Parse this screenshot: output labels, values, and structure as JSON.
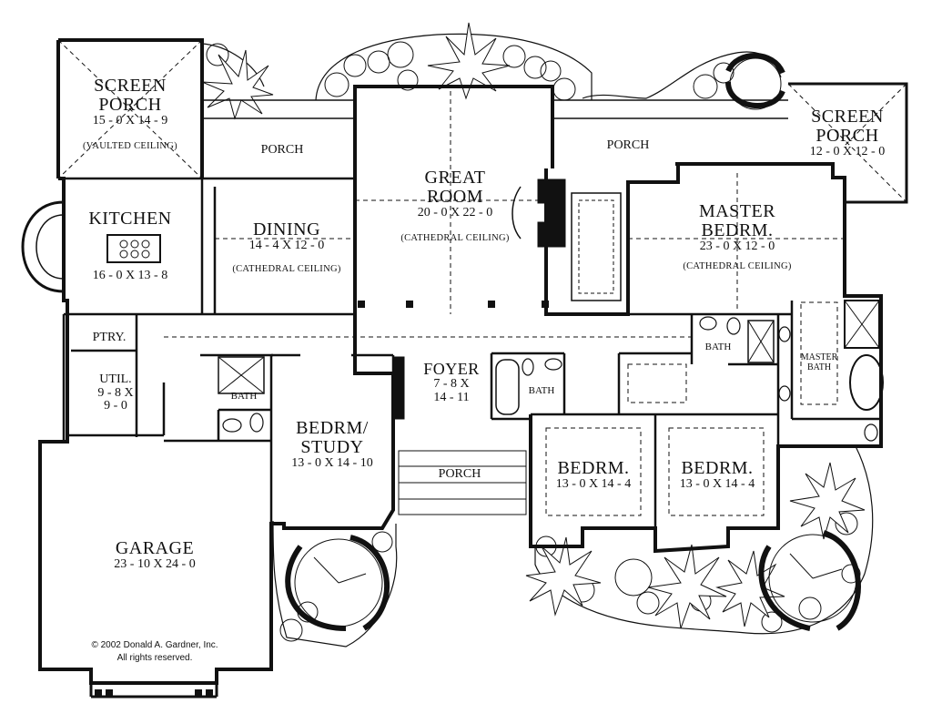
{
  "rooms": {
    "screen_porch_left": {
      "name_line1": "SCREEN",
      "name_line2": "PORCH",
      "dims": "15 - 0 X 14 - 9",
      "note": "(VAULTED CEILING)"
    },
    "porch_top_left": {
      "name": "PORCH"
    },
    "great_room": {
      "name_line1": "GREAT",
      "name_line2": "ROOM",
      "dims": "20 - 0 X 22 - 0",
      "note": "(CATHEDRAL CEILING)"
    },
    "porch_top_right": {
      "name": "PORCH"
    },
    "screen_porch_right": {
      "name_line1": "SCREEN",
      "name_line2": "PORCH",
      "dims": "12 - 0 X 12 - 0"
    },
    "kitchen": {
      "name": "KITCHEN",
      "dims": "16 - 0 X 13 - 8"
    },
    "dining": {
      "name": "DINING",
      "dims": "14 - 4 X 12 - 0",
      "note": "(CATHEDRAL CEILING)"
    },
    "master_bedroom": {
      "name_line1": "MASTER",
      "name_line2": "BEDRM.",
      "dims": "23 - 0 X 12 - 0",
      "note": "(CATHEDRAL CEILING)"
    },
    "pantry": {
      "name": "PTRY."
    },
    "utility": {
      "name": "UTIL.",
      "dims_line1": "9 - 8 X",
      "dims_line2": "9 - 0"
    },
    "bath_left": {
      "name": "BATH"
    },
    "foyer": {
      "name": "FOYER",
      "dims_line1": "7 - 8 X",
      "dims_line2": "14 - 11"
    },
    "bath_center": {
      "name": "BATH"
    },
    "bath_right": {
      "name": "BATH"
    },
    "master_bath": {
      "name_line1": "MASTER",
      "name_line2": "BATH"
    },
    "bedroom_study": {
      "name_line1": "BEDRM/",
      "name_line2": "STUDY",
      "dims": "13 - 0 X 14 - 10"
    },
    "porch_front": {
      "name": "PORCH"
    },
    "bedroom_1": {
      "name": "BEDRM.",
      "dims": "13 - 0 X 14 - 4"
    },
    "bedroom_2": {
      "name": "BEDRM.",
      "dims": "13 - 0 X 14 - 4"
    },
    "garage": {
      "name": "GARAGE",
      "dims": "23 - 10 X 24 - 0"
    }
  },
  "copyright": {
    "line1": "© 2002 Donald A. Gardner, Inc.",
    "line2": "All rights reserved."
  }
}
